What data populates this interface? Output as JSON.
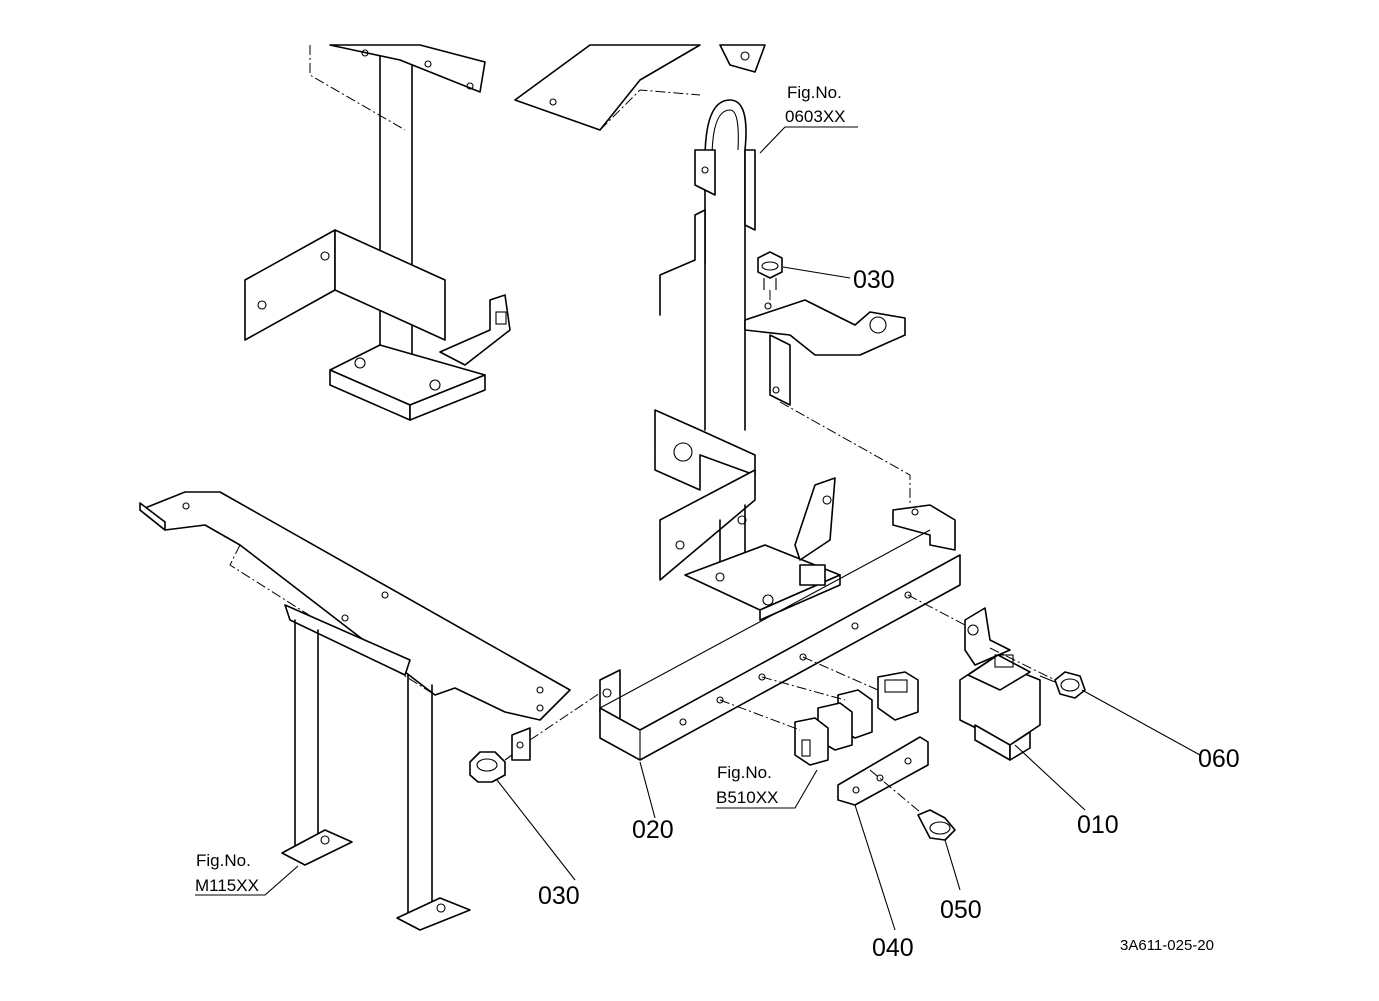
{
  "callouts": {
    "p010": "010",
    "p020": "020",
    "p030_top": "030",
    "p030_bottom": "030",
    "p040": "040",
    "p050": "050",
    "p060": "060"
  },
  "figure_refs": {
    "fig_label": "Fig.No.",
    "ref_0603": "0603XX",
    "ref_b510": "B510XX",
    "ref_m115": "M115XX"
  },
  "drawing_code": "3A611-025-20"
}
